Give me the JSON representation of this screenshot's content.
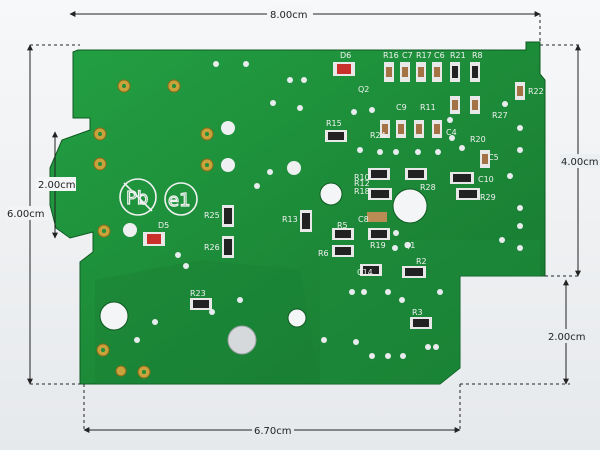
{
  "dimensions": {
    "top": "8.00cm",
    "left_height": "6.00cm",
    "notch_height": "2.00cm",
    "right_upper": "4.00cm",
    "right_lower": "2.00cm",
    "bottom": "6.70cm"
  },
  "silkscreen": {
    "pb": "Pb",
    "e1": "e1",
    "d6": "D6",
    "d5": "D5",
    "q2": "Q2",
    "q1": "Q1",
    "r16": "R16",
    "c7": "C7",
    "r17": "R17",
    "c6": "C6",
    "r21": "R21",
    "r8": "R8",
    "r22": "R22",
    "r27": "R27",
    "r15": "R15",
    "r24": "R24",
    "r20": "R20",
    "c9": "C9",
    "r10": "R10",
    "r11": "R11",
    "r28": "R28",
    "c10": "C10",
    "r29": "R29",
    "c4": "C4",
    "c5": "C5",
    "r18": "R18",
    "r12": "R12",
    "r25": "R25",
    "r26": "R26",
    "r13": "R13",
    "r5": "R5",
    "r6": "R6",
    "r19": "R19",
    "c8": "C8",
    "c14": "C14",
    "r2": "R2",
    "r23": "R23",
    "r3": "R3"
  },
  "colors": {
    "board": "#1f8f3a",
    "board_dark": "#166e2c",
    "silk": "#f2f2f2",
    "pad": "#c8a23a",
    "dim_line": "#222222"
  }
}
